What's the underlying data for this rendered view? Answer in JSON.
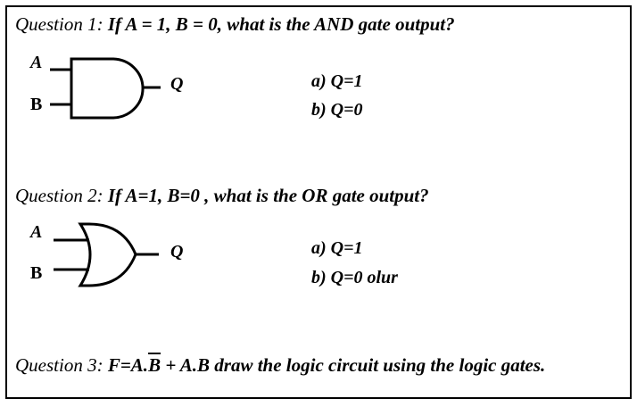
{
  "q1": {
    "prefix": "Question 1:",
    "text": "If   A = 1, B = 0, what is the AND gate output?",
    "gate": {
      "input_a": "A",
      "input_b": "B",
      "output": "Q",
      "type": "AND"
    },
    "option_a": "a) Q=1",
    "option_b": "b) Q=0"
  },
  "q2": {
    "prefix": "Question 2:",
    "text": "If  A=1, B=0 , what is the OR gate output?",
    "gate": {
      "input_a": "A",
      "input_b": "B",
      "output": "Q",
      "type": "OR"
    },
    "option_a": "a) Q=1",
    "option_b": "b) Q=0 olur"
  },
  "q3": {
    "prefix": "Question 3:",
    "expr_a": "F=A.",
    "expr_bbar": "B",
    "expr_rest": "+ A.B",
    "text": " draw the logic circuit using the logic gates."
  }
}
